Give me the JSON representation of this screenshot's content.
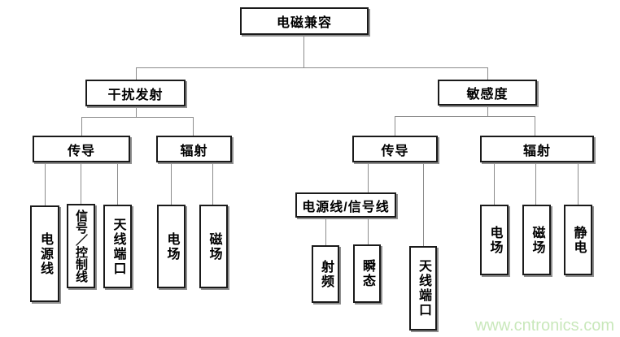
{
  "tree": {
    "root_label": "电磁兼容",
    "emission": {
      "label": "干扰发射",
      "conduction": {
        "label": "传导",
        "children": [
          "电源线",
          "信号／控制线",
          "天线端口"
        ]
      },
      "radiation": {
        "label": "辐射",
        "children": [
          "电场",
          "磁场"
        ]
      }
    },
    "susceptibility": {
      "label": "敏感度",
      "conduction": {
        "label": "传导",
        "power_signal": {
          "label": "电源线/信号线",
          "children": [
            "射频",
            "瞬态"
          ]
        },
        "antenna_port": "天线端口"
      },
      "radiation": {
        "label": "辐射",
        "children": [
          "电场",
          "磁场",
          "静电"
        ]
      }
    }
  },
  "watermark": {
    "text": "www.cntronics.com",
    "color": "#c9e8bb"
  },
  "colors": {
    "background": "#ffffff",
    "box_border": "#1a1a1a",
    "box_shadow": "#8f8f8f",
    "connector": "#8c8c8c",
    "text": "#000000"
  }
}
